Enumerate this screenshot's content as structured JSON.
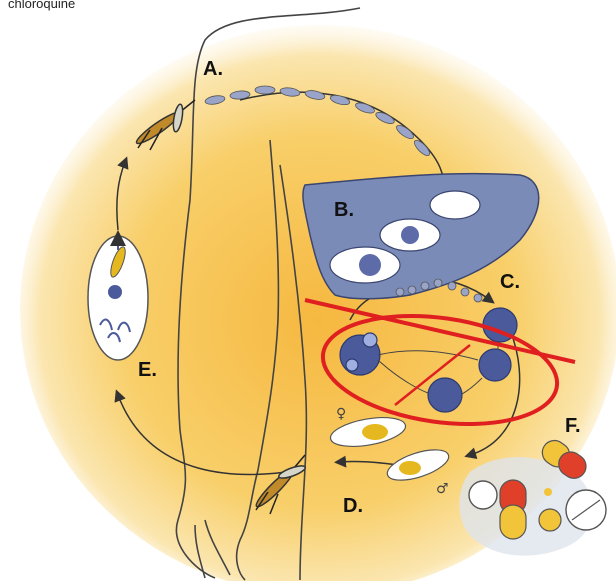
{
  "caption": "chloroquine",
  "labels": {
    "a": "A.",
    "b": "B.",
    "c": "C.",
    "d": "D.",
    "e": "E.",
    "f": "F."
  },
  "colors": {
    "background_glow": "#f6c35a",
    "liver": "#7b8bb8",
    "cell": "#4a5a9a",
    "strike": "#e02020",
    "capsule_red": "#e0402a",
    "capsule_yellow": "#f2c43a"
  }
}
